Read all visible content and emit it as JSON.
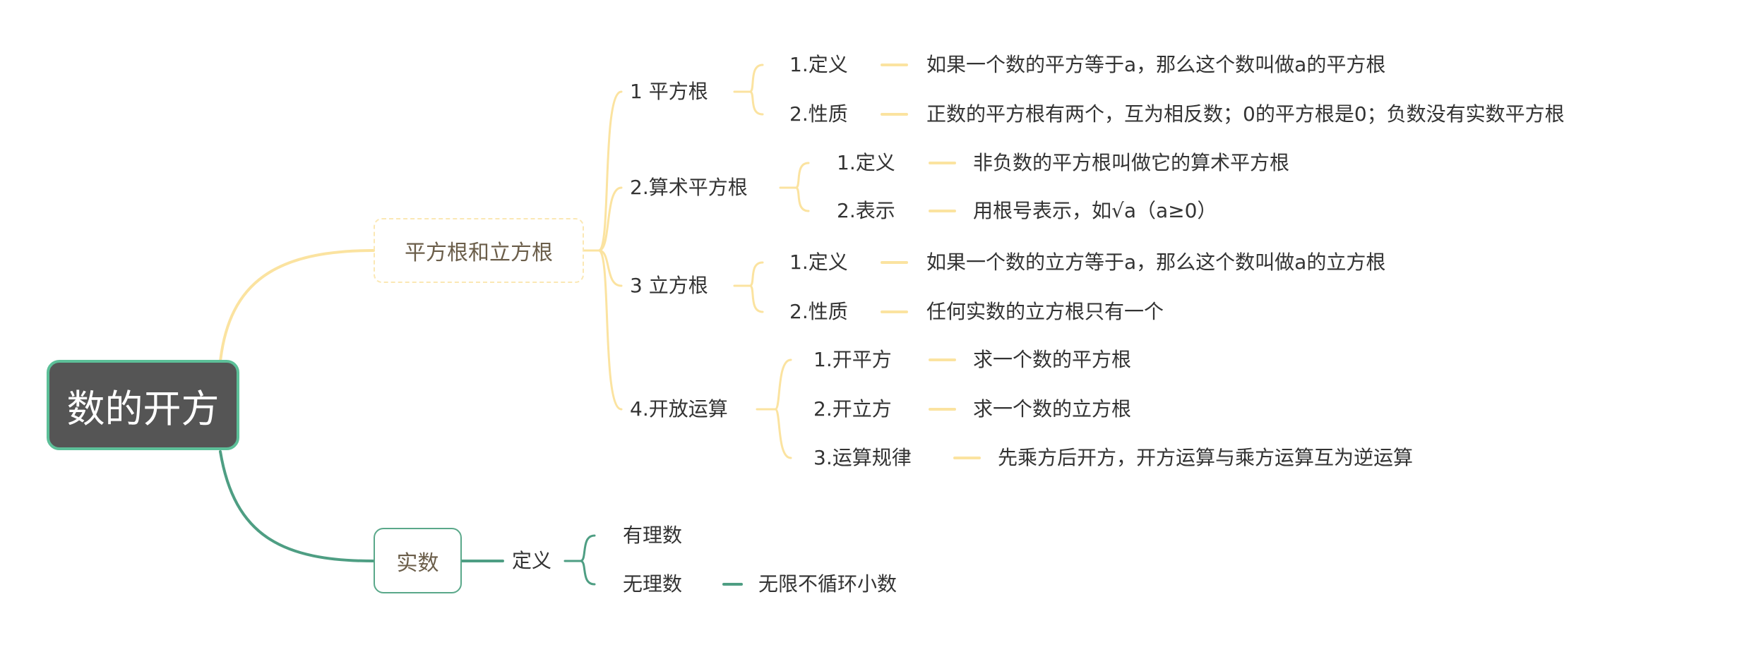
{
  "root": "数的开方",
  "colors": {
    "yellow": "#fbe3a0",
    "green": "#4e9e83",
    "root_bg": "#555555",
    "root_border": "#5cbf98"
  },
  "branch1": {
    "label": "平方根和立方根",
    "children": [
      {
        "label": "1 平方根",
        "items": [
          {
            "label": "1.定义",
            "text": "如果一个数的平方等于a，那么这个数叫做a的平方根"
          },
          {
            "label": "2.性质",
            "text": "正数的平方根有两个，互为相反数；0的平方根是0；负数没有实数平方根"
          }
        ]
      },
      {
        "label": "2.算术平方根",
        "items": [
          {
            "label": "1.定义",
            "text": "非负数的平方根叫做它的算术平方根"
          },
          {
            "label": "2.表示",
            "text": "用根号表示，如√a（a≥0）"
          }
        ]
      },
      {
        "label": "3 立方根",
        "items": [
          {
            "label": "1.定义",
            "text": "如果一个数的立方等于a，那么这个数叫做a的立方根"
          },
          {
            "label": "2.性质",
            "text": "任何实数的立方根只有一个"
          }
        ]
      },
      {
        "label": "4.开放运算",
        "items": [
          {
            "label": "1.开平方",
            "text": "求一个数的平方根"
          },
          {
            "label": "2.开立方",
            "text": "求一个数的立方根"
          },
          {
            "label": "3.运算规律",
            "text": "先乘方后开方，开方运算与乘方运算互为逆运算"
          }
        ]
      }
    ]
  },
  "branch2": {
    "label": "实数",
    "child": "定义",
    "items": [
      {
        "label": "有理数"
      },
      {
        "label": "无理数",
        "text": "无限不循环小数"
      }
    ]
  }
}
